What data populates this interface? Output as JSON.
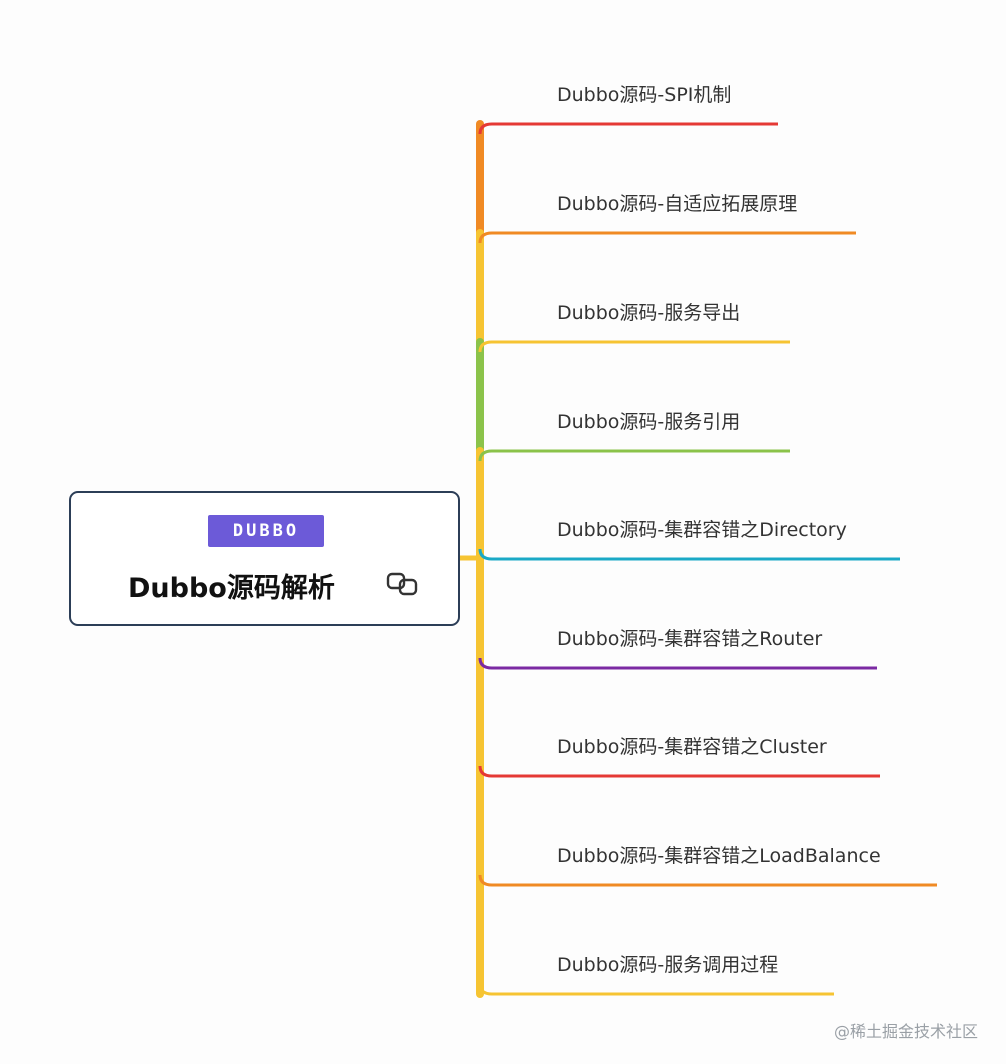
{
  "root": {
    "logo_text": "DUBBO",
    "title": "Dubbo源码解析",
    "link_icon": "link-icon",
    "logo_color": "#6c5ad8",
    "border_color": "#2c3e57"
  },
  "branches": [
    {
      "label": "Dubbo源码-SPI机制",
      "color": "#e53935"
    },
    {
      "label": "Dubbo源码-自适应拓展原理",
      "color": "#f08a24"
    },
    {
      "label": "Dubbo源码-服务导出",
      "color": "#f6c432"
    },
    {
      "label": "Dubbo源码-服务引用",
      "color": "#8bc34a"
    },
    {
      "label": "Dubbo源码-集群容错之Directory",
      "color": "#1aa9c6"
    },
    {
      "label": "Dubbo源码-集群容错之Router",
      "color": "#7b2aa3"
    },
    {
      "label": "Dubbo源码-集群容错之Cluster",
      "color": "#e53935"
    },
    {
      "label": "Dubbo源码-集群容错之LoadBalance",
      "color": "#f08a24"
    },
    {
      "label": "Dubbo源码-服务调用过程",
      "color": "#f6c432"
    }
  ],
  "trunk_color": "#f6c432",
  "watermark": "@稀土掘金技术社区"
}
